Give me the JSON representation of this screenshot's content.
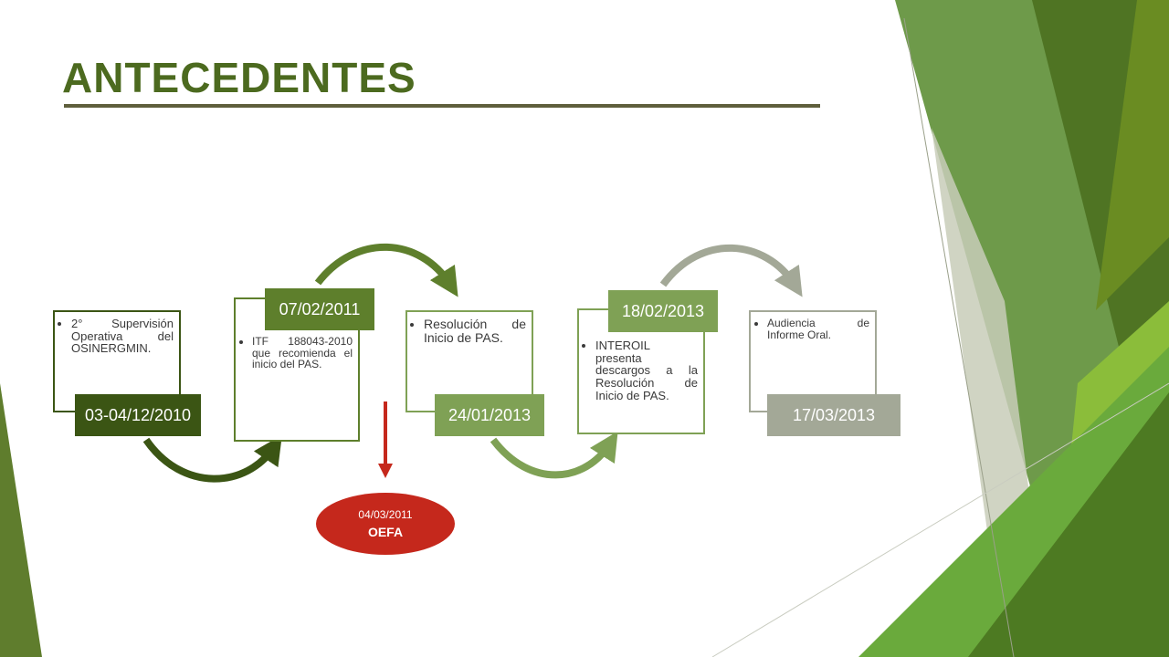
{
  "title": "ANTECEDENTES",
  "colors": {
    "title": "#4c6a1f",
    "dark_green": "#3b5514",
    "mid_green": "#5e7f2c",
    "light_green": "#7fa155",
    "gray_green": "#a3a897",
    "red": "#c5281c"
  },
  "timeline": [
    {
      "date": "03-04/12/2010",
      "text": "2° Supervisión Operativa del OSINERGMIN."
    },
    {
      "date": "07/02/2011",
      "text": "ITF 188043-2010 que recomienda el inicio del PAS."
    },
    {
      "date": "24/01/2013",
      "text": "Resolución de Inicio de PAS."
    },
    {
      "date": "18/02/2013",
      "text": "INTEROIL presenta descargos a la Resolución de Inicio de PAS."
    },
    {
      "date": "17/03/2013",
      "text": "Audiencia de Informe Oral."
    }
  ],
  "callout": {
    "date": "04/03/2011",
    "org": "OEFA"
  }
}
